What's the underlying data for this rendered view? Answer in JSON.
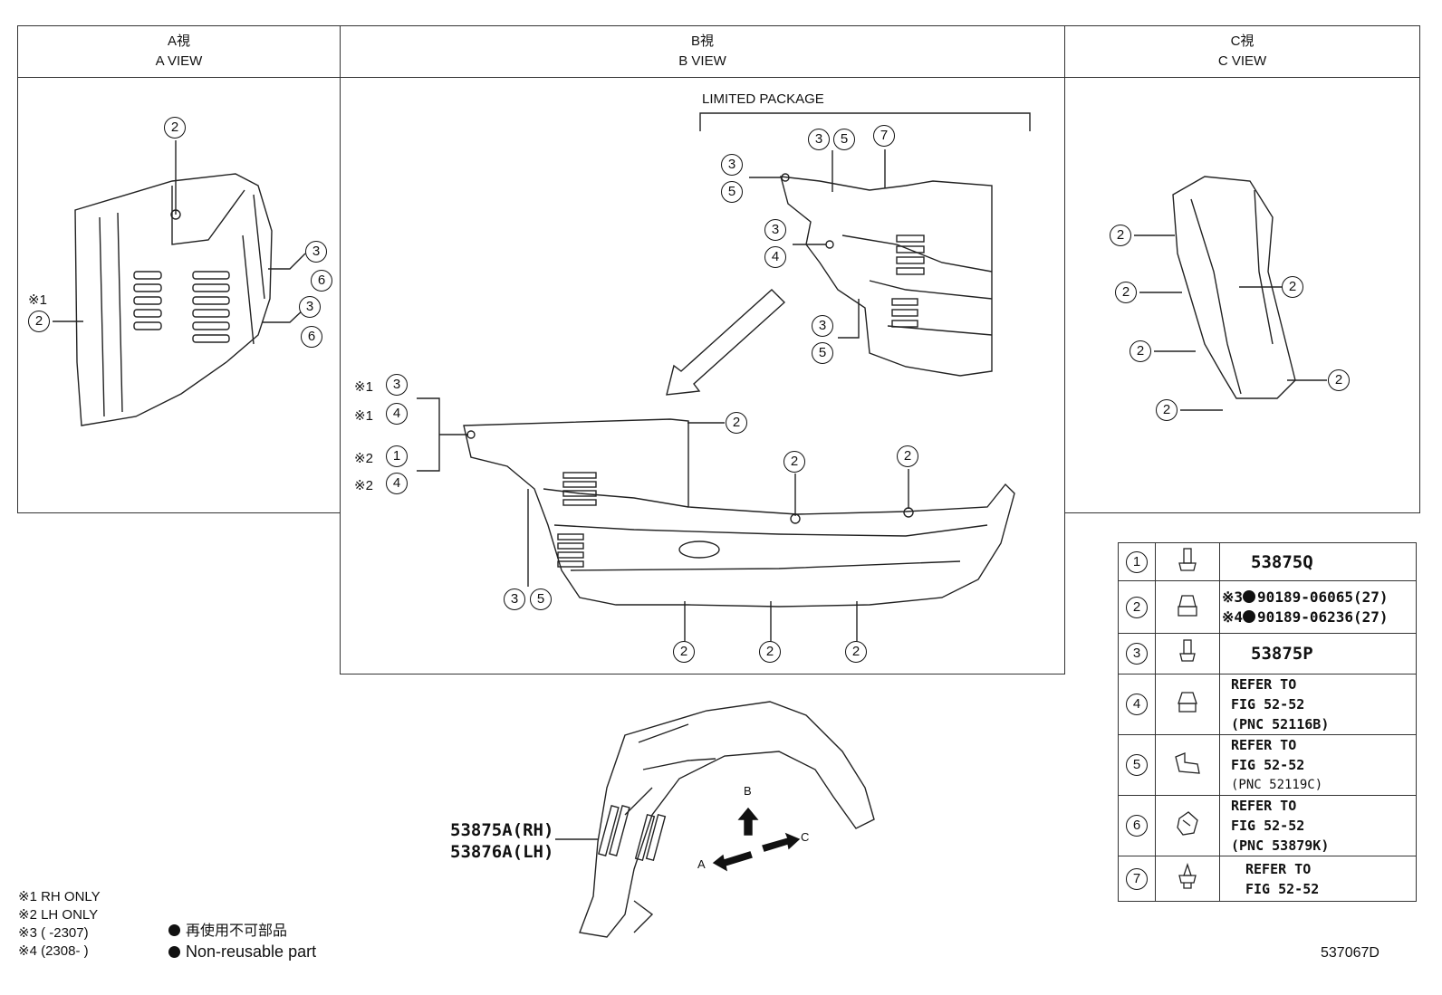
{
  "panels": {
    "a": {
      "jp": "A視",
      "en": "A VIEW"
    },
    "b": {
      "jp": "B視",
      "en": "B VIEW"
    },
    "c": {
      "jp": "C視",
      "en": "C VIEW"
    }
  },
  "limited_package": "LIMITED PACKAGE",
  "markers": {
    "rh": "※1",
    "lh": "※2",
    "m3": "※3",
    "m4": "※4"
  },
  "callouts": {
    "n1": "1",
    "n2": "2",
    "n3": "3",
    "n4": "4",
    "n5": "5",
    "n6": "6",
    "n7": "7"
  },
  "main_parts": {
    "rh": "53875A(RH)",
    "lh": "53876A(LH)"
  },
  "arrows": {
    "a": "A",
    "b": "B",
    "c": "C"
  },
  "legend": {
    "row1": {
      "part": "53875Q"
    },
    "row2": {
      "part_a": "90189-06065(27)",
      "part_b": "90189-06236(27)"
    },
    "row3": {
      "part": "53875P"
    },
    "row4": {
      "l1": "REFER TO",
      "l2": "FIG 52-52",
      "l3": "(PNC 52116B)"
    },
    "row5": {
      "l1": "REFER TO",
      "l2": "FIG 52-52",
      "l3": "(PNC 52119C)"
    },
    "row6": {
      "l1": "REFER TO",
      "l2": "FIG 52-52",
      "l3": "(PNC 53879K)"
    },
    "row7": {
      "l1": "REFER TO",
      "l2": "FIG 52-52"
    }
  },
  "notes": {
    "n1": "※1 RH ONLY",
    "n2": "※2 LH ONLY",
    "n3": "※3 (      -2307)",
    "n4": "※4 (2308-      )",
    "nonreuse_jp": "再使用不可部品",
    "nonreuse_en": "Non-reusable part"
  },
  "figure_id": "537067D"
}
